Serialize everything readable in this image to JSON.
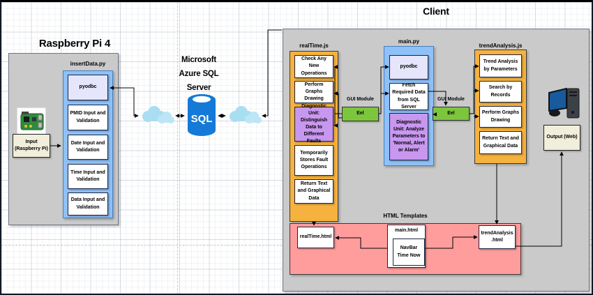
{
  "rpi": {
    "title": "Raspberry Pi 4",
    "module_label": "insertData.py",
    "boxes": [
      "pyodbc",
      "PMID Input and Validation",
      "Date Input and Validation",
      "Time Input and Validation",
      "Data Input and Validation"
    ],
    "input_box": "Input (Raspberry Pi)"
  },
  "azure": {
    "title": "Microsoft Azure SQL Server",
    "db_label": "SQL"
  },
  "client": {
    "title": "Client",
    "realtime": {
      "label": "realTime.js",
      "boxes": [
        "Check Any New Operations",
        "Perform Graphs Drawing",
        "Diagnostic Unit: Distinguish Data to Different Faults",
        "Temporarily Stores Fault Operations",
        "Return Text and Graphical Data"
      ]
    },
    "mainpy": {
      "label": "main.py",
      "boxes": [
        "pyodbc",
        "Fetch Required Data from SQL Server",
        "Diagnostic Unit: Analyze Parameters to 'Normal, Alert or Alarm'"
      ]
    },
    "trend": {
      "label": "trendAnalysis.js",
      "boxes": [
        "Trend Analysis by Parameters",
        "Search by Records",
        "Perform Graphs Drawing",
        "Return Text and Graphical Data"
      ]
    },
    "gui_left": {
      "label": "GUI Module",
      "box": "Eel"
    },
    "gui_right": {
      "label": "GUI Module",
      "box": "Eel"
    },
    "templates": {
      "label": "HTML Templates",
      "realtime_html": "realTime.html",
      "main_html": "main.html",
      "navbar": "NavBar Time Now",
      "trend_html": "trendAnalysis .html"
    },
    "output_box": "Output (Web)"
  },
  "colors": {
    "container_gray": "#cacaca",
    "container_blue": "#8ec1f8",
    "container_orange": "#f5b23e",
    "container_pink": "#ff9d9c",
    "box_lavender": "#e5e5fb",
    "box_purple": "#c897ef",
    "box_beige": "#f1eedb",
    "eel_green": "#7cc63d",
    "sql_blue": "#1479d7",
    "cloud_blue": "#a9def2"
  }
}
